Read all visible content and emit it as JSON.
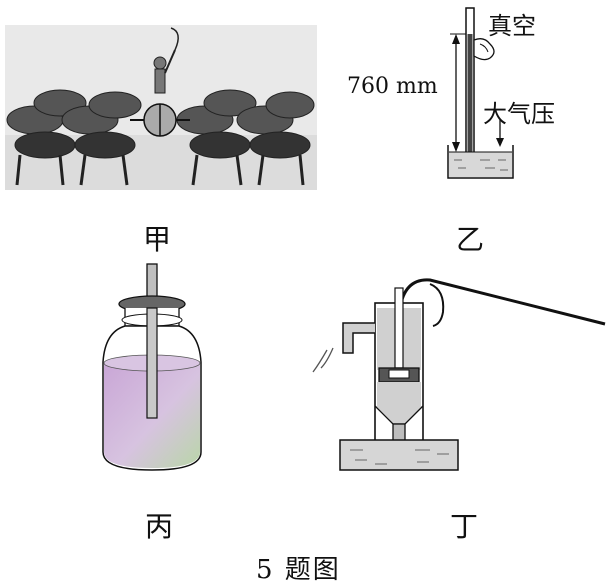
{
  "figure": {
    "caption": "5 题图",
    "panels": [
      {
        "id": "jia",
        "label": "甲"
      },
      {
        "id": "yi",
        "label": "乙",
        "annotations": {
          "vacuum": "真空",
          "height": "760 mm",
          "pressure": "大气压"
        }
      },
      {
        "id": "bing",
        "label": "丙"
      },
      {
        "id": "ding",
        "label": "丁"
      }
    ]
  }
}
